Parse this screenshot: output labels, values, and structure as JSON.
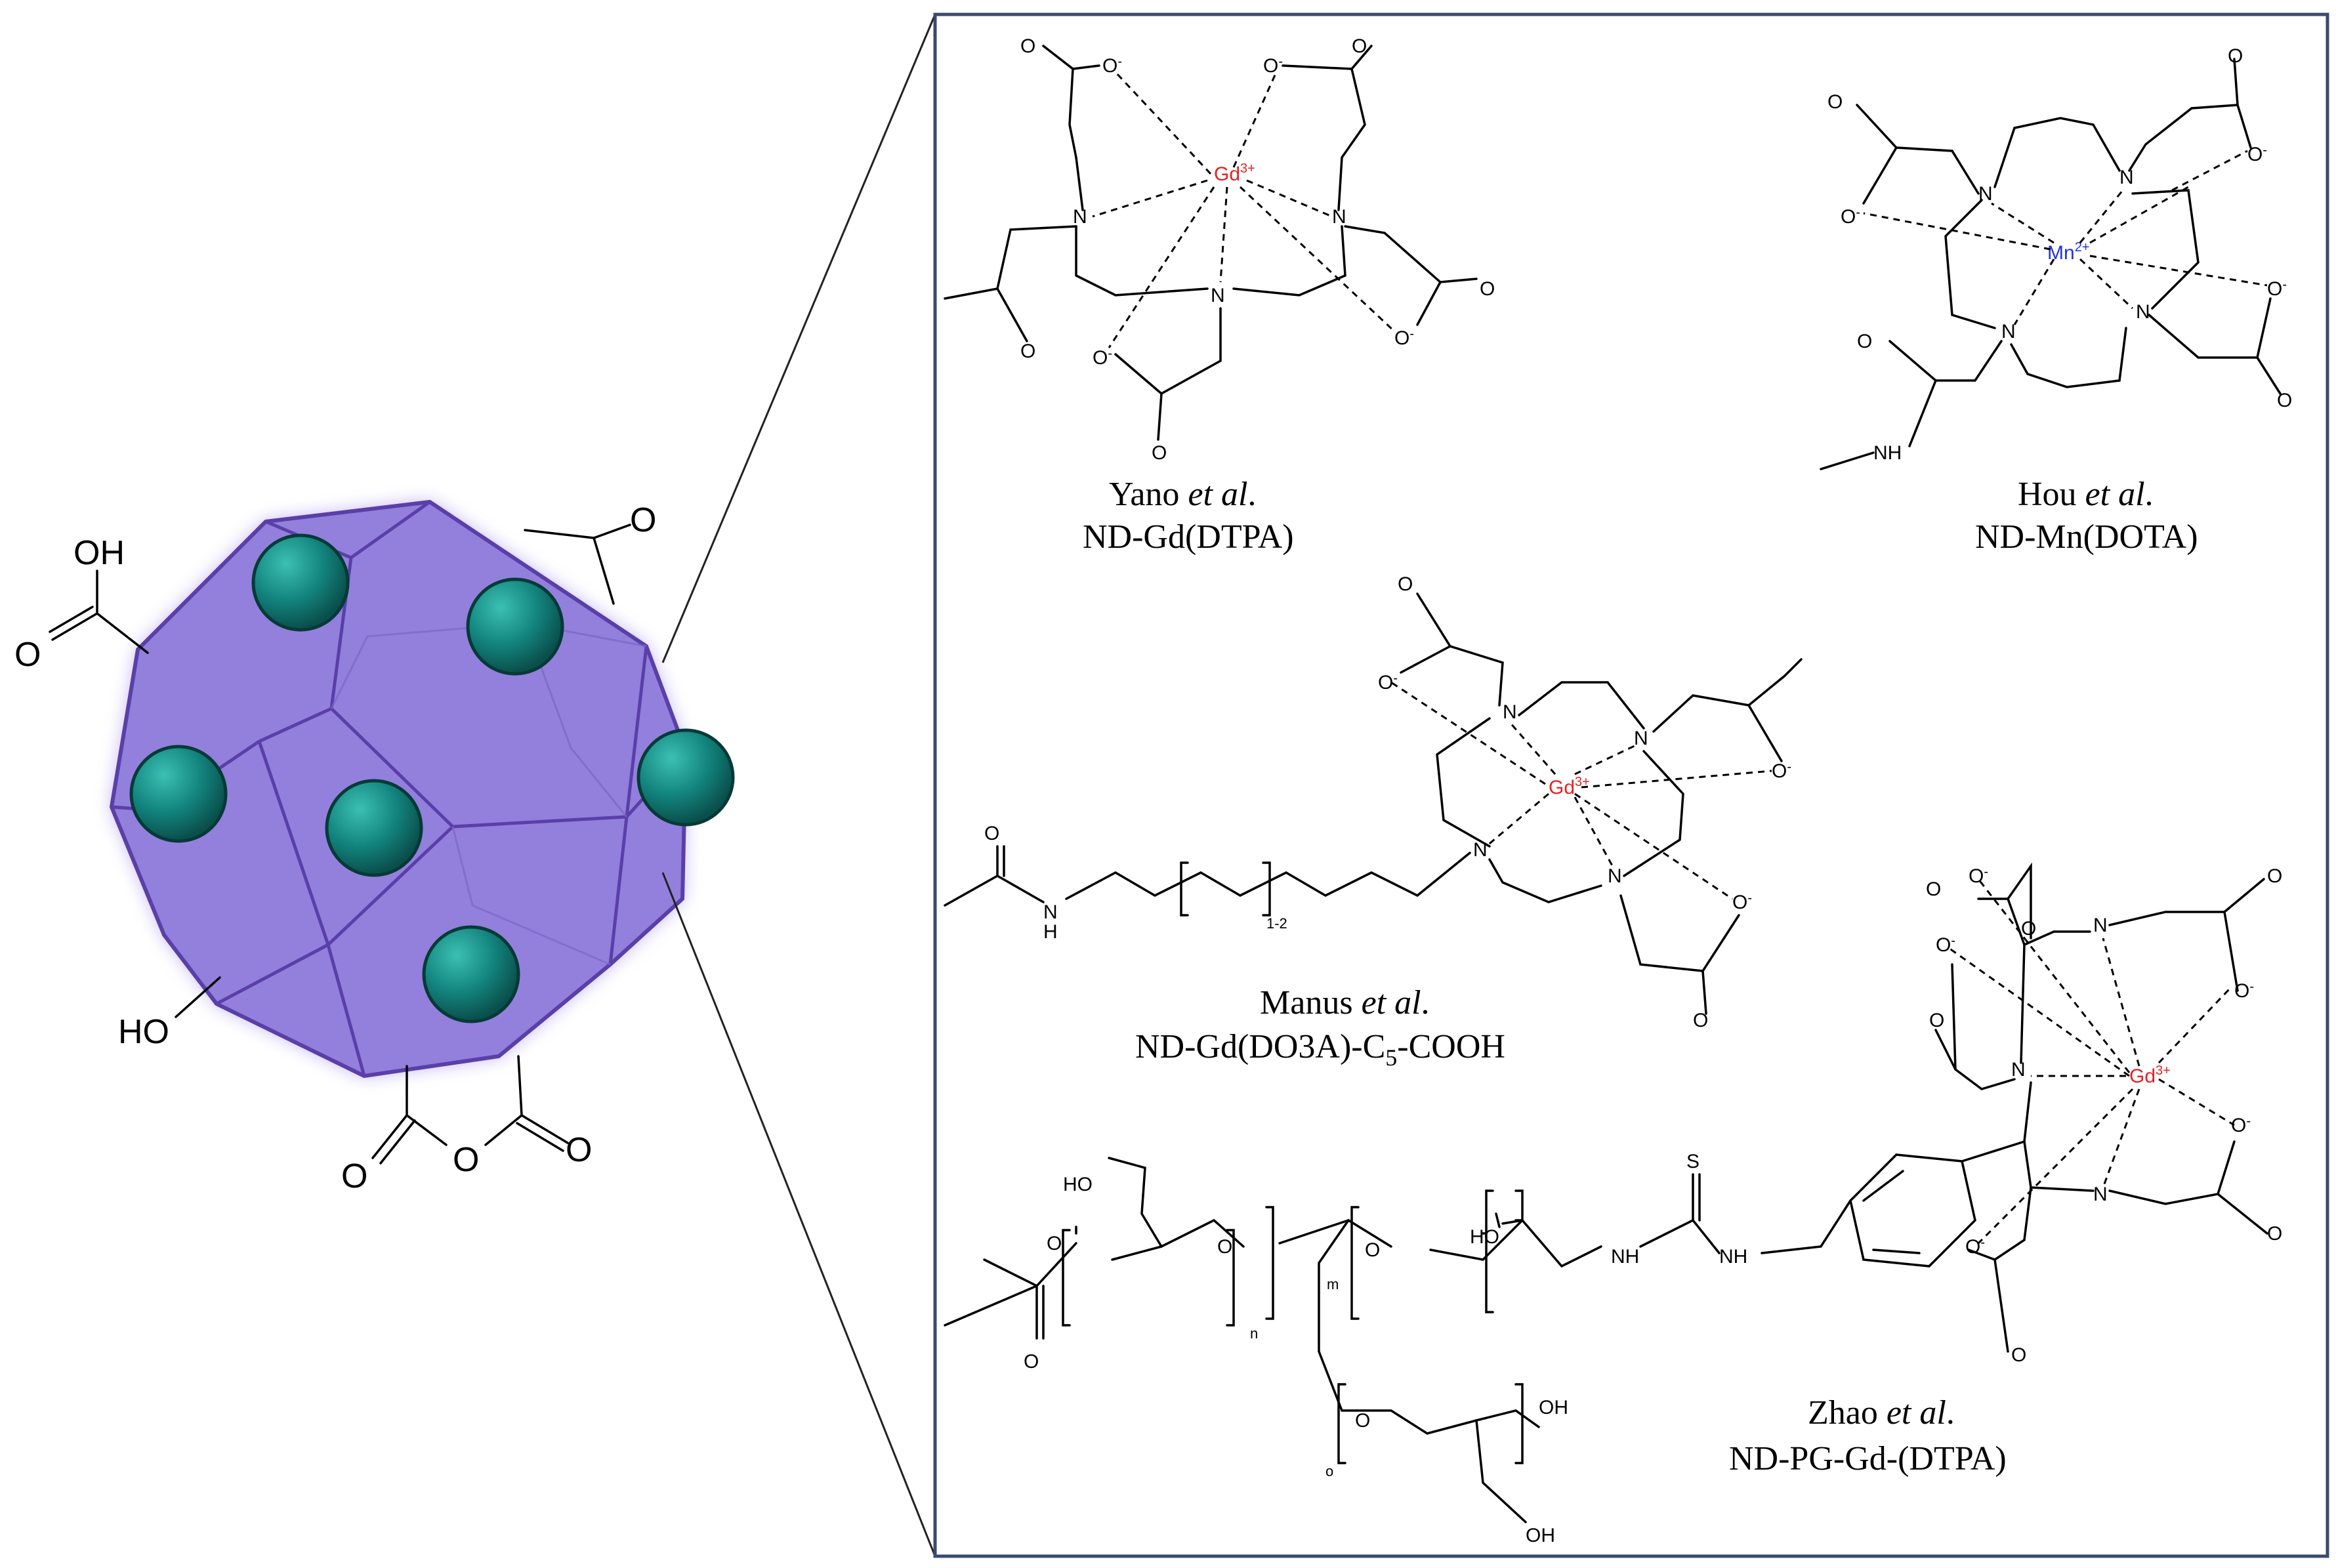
{
  "nanodiamond": {
    "groups": {
      "cooh_top": "OH",
      "cooh_o": "O",
      "ketone_o": "O",
      "hydroxyl": "HO",
      "anhydride_o": "O"
    }
  },
  "structures": [
    {
      "author": "Yano",
      "etal": "et al",
      "dot": ".",
      "name": "ND-Gd(DTPA)",
      "metal": "Gd",
      "charge": "3+"
    },
    {
      "author": "Hou",
      "etal": "et al",
      "dot": ".",
      "name": "ND-Mn(DOTA)",
      "metal": "Mn",
      "charge": "2+"
    },
    {
      "author": "Manus",
      "etal": "et al",
      "dot": ".",
      "name_pre": "ND-Gd(DO3A)-C",
      "name_sub": "5",
      "name_post": "-COOH",
      "metal": "Gd",
      "charge": "3+",
      "repeat": "1-2"
    },
    {
      "author": "Zhao",
      "etal": "et al",
      "dot": ".",
      "name": "ND-PG-Gd-(DTPA)",
      "metal": "Gd",
      "charge": "3+",
      "repeat_n": "n",
      "repeat_m": "m",
      "repeat_o": "o"
    }
  ],
  "atoms": {
    "O": "O",
    "Ominus": "O",
    "minus": "-",
    "N": "N",
    "NH": "NH",
    "H": "H",
    "HO": "HO",
    "OH": "OH",
    "S": "S"
  },
  "colors": {
    "diamond": "#9b86de",
    "diamond_edge": "#5a3fa8",
    "sphere": "#13857f",
    "frame": "#3a4a6e",
    "gd": "#e82020",
    "mn": "#2030e0"
  }
}
